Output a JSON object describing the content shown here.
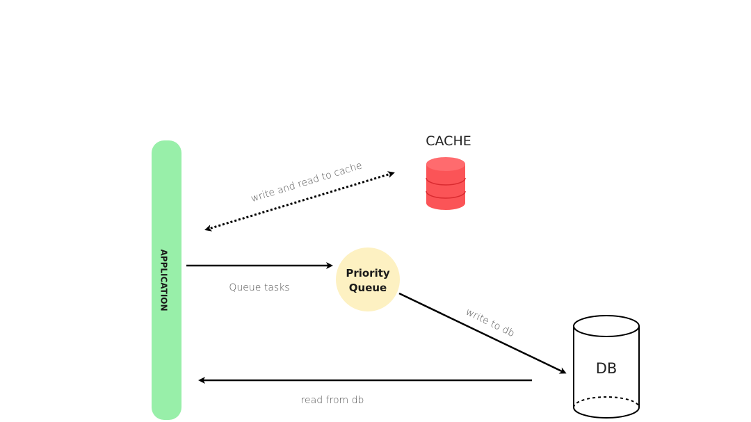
{
  "diagram": {
    "nodes": {
      "application": {
        "label": "APPLICATION",
        "color": "#98efa9"
      },
      "cache": {
        "label": "CACHE",
        "color": "#fb5457"
      },
      "priority_queue": {
        "label_line1": "Priority",
        "label_line2": "Queue",
        "color": "#fdf1c2"
      },
      "db": {
        "label": "DB"
      }
    },
    "edges": {
      "app_cache": {
        "label": "write and read to cache",
        "style": "dotted",
        "direction": "both"
      },
      "app_queue": {
        "label": "Queue tasks",
        "style": "solid",
        "direction": "forward"
      },
      "queue_db": {
        "label": "write to db",
        "style": "solid",
        "direction": "forward"
      },
      "db_app": {
        "label": "read from db",
        "style": "solid",
        "direction": "forward"
      }
    }
  }
}
